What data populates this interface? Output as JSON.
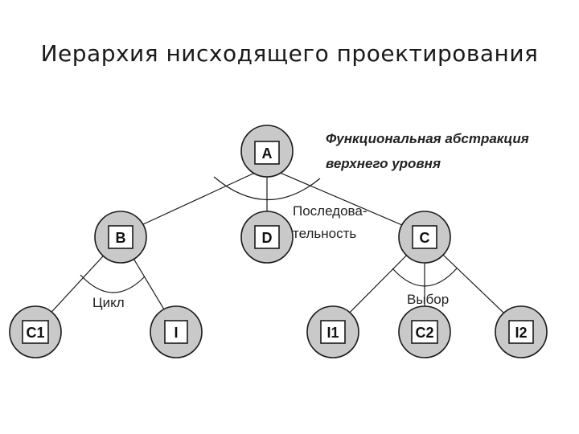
{
  "title": "Иерархия нисходящего проектирования",
  "nodes": {
    "A": "A",
    "B": "B",
    "D": "D",
    "C": "C",
    "C1": "C1",
    "I": "I",
    "I1": "I1",
    "C2": "C2",
    "I2": "I2"
  },
  "annotations": {
    "abstraction_line1": "Функциональная абстракция",
    "abstraction_line2": "верхнего уровня",
    "sequence_line1": "Последова-",
    "sequence_line2": "тельность",
    "loop": "Цикл",
    "choice": "Выбор"
  }
}
